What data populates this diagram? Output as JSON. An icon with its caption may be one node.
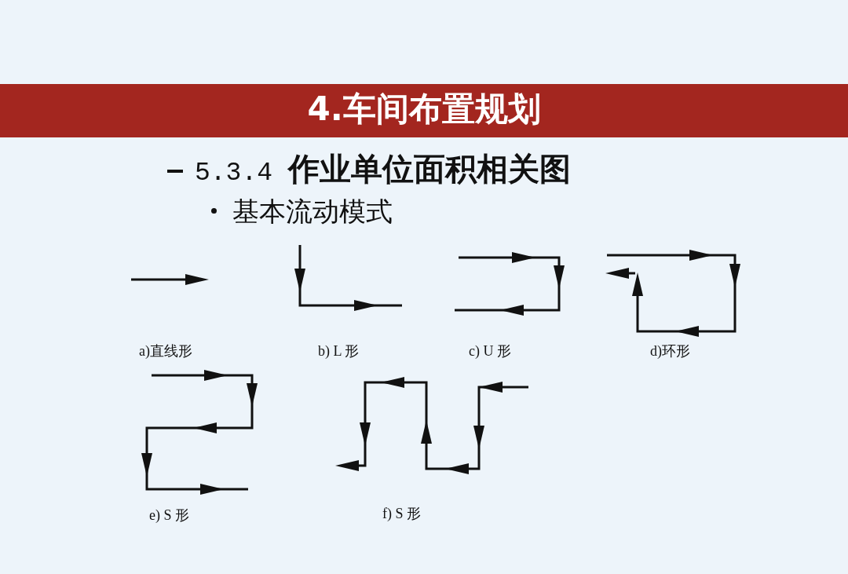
{
  "diagram": {
    "title": "4.车间布置规划",
    "labels": [
      "5.3.4 **作业单位面积相关图**",
      "基本流动模式",
      "a)直线形",
      "b) L 形",
      "c) U 形",
      "d)环形",
      "e) S 形",
      "f) S 形"
    ]
  }
}
